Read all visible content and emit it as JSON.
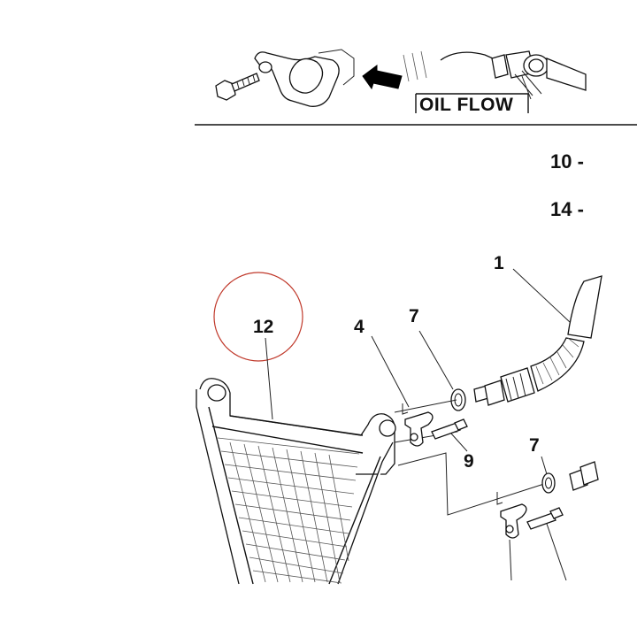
{
  "oil_flow_label": "OIL FLOW",
  "refs": {
    "ref_10": "10 -",
    "ref_14": "14 -"
  },
  "callouts": {
    "c1": "1",
    "c4": "4",
    "c7a": "7",
    "c7b": "7",
    "c9": "9",
    "c12": "12"
  },
  "highlight_color": "#c0392b"
}
